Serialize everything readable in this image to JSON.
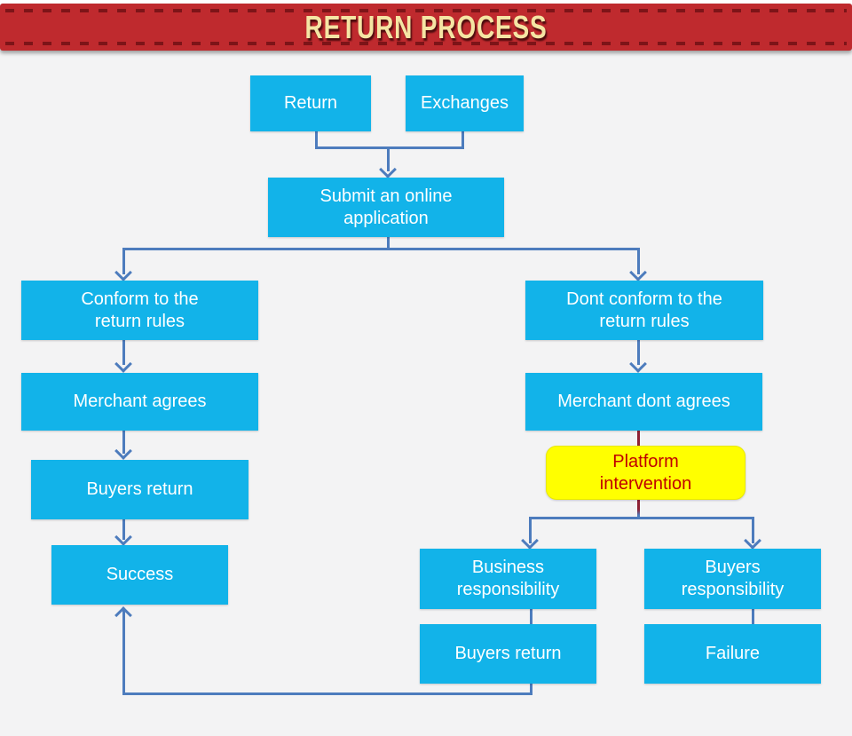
{
  "header": {
    "title": "RETURN PROCESS"
  },
  "palette": {
    "banner_red": "#bf2a2e",
    "banner_dash": "#7d1418",
    "banner_text": "#f5e5a4",
    "node_cyan": "#12b3e9",
    "node_text": "#ffffff",
    "highlight_yellow": "#ffff00",
    "highlight_text": "#c00000",
    "connector_blue": "#4d7cbd",
    "connector_red": "#8e2033",
    "background": "#f3f3f4"
  },
  "flowchart": {
    "type": "flowchart",
    "nodes": {
      "return": {
        "label": "Return"
      },
      "exchanges": {
        "label": "Exchanges"
      },
      "submit": {
        "label": "Submit an online\napplication"
      },
      "conform": {
        "label": "Conform to the\nreturn rules"
      },
      "dont_conform": {
        "label": "Dont conform to the\nreturn rules"
      },
      "merchant_agrees": {
        "label": "Merchant agrees"
      },
      "merchant_dont_agrees": {
        "label": "Merchant dont agrees"
      },
      "buyers_return_left": {
        "label": "Buyers return"
      },
      "platform_intervention": {
        "label": "Platform\nintervention"
      },
      "success": {
        "label": "Success"
      },
      "business_responsibility": {
        "label": "Business\nresponsibility"
      },
      "buyers_responsibility": {
        "label": "Buyers\nresponsibility"
      },
      "buyers_return_right": {
        "label": "Buyers return"
      },
      "failure": {
        "label": "Failure"
      }
    },
    "edges": [
      [
        "return",
        "submit"
      ],
      [
        "exchanges",
        "submit"
      ],
      [
        "submit",
        "conform"
      ],
      [
        "submit",
        "dont_conform"
      ],
      [
        "conform",
        "merchant_agrees"
      ],
      [
        "merchant_agrees",
        "buyers_return_left"
      ],
      [
        "buyers_return_left",
        "success"
      ],
      [
        "dont_conform",
        "merchant_dont_agrees"
      ],
      [
        "merchant_dont_agrees",
        "platform_intervention"
      ],
      [
        "platform_intervention",
        "business_responsibility"
      ],
      [
        "platform_intervention",
        "buyers_responsibility"
      ],
      [
        "business_responsibility",
        "buyers_return_right"
      ],
      [
        "buyers_responsibility",
        "failure"
      ],
      [
        "buyers_return_right",
        "success"
      ]
    ]
  }
}
